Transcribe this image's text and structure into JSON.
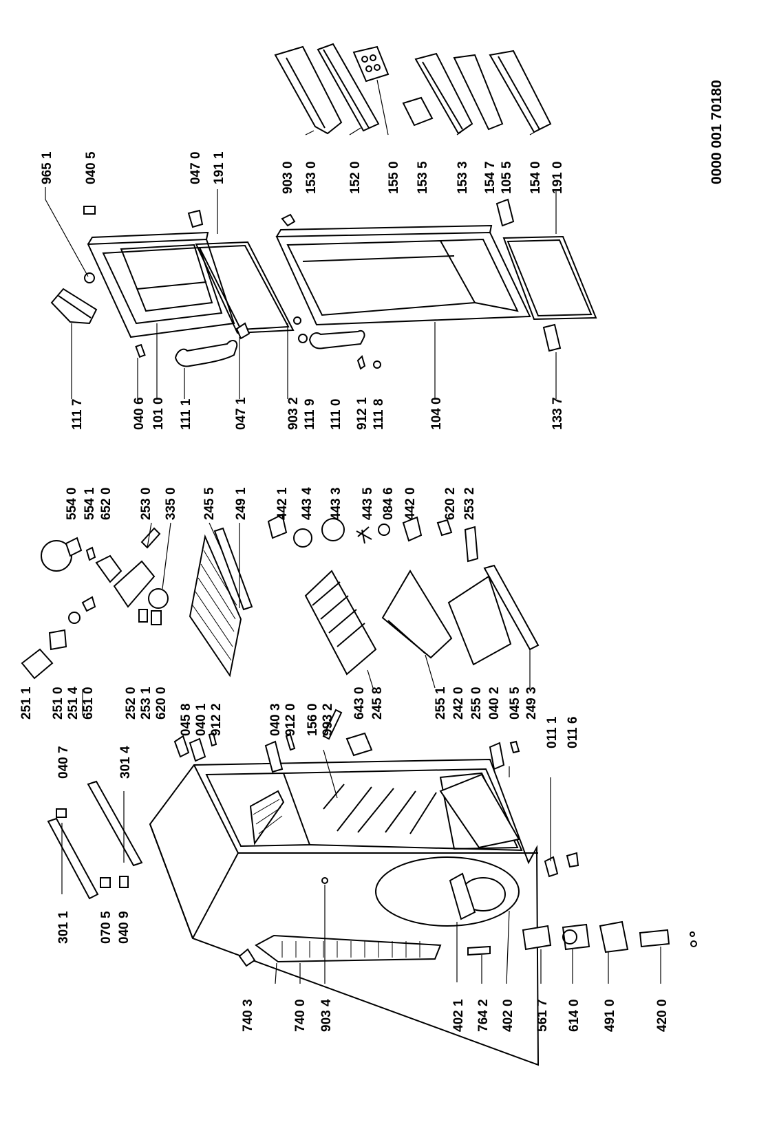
{
  "drawing_code": "0000 001 70180",
  "labels": {
    "l_1117": "111 7",
    "l_0406": "040 6",
    "l_1010": "101 0",
    "l_1111": "111 1",
    "l_0471": "047 1",
    "l_9651": "965 1",
    "l_0405": "040 5",
    "l_0470": "047 0",
    "l_1911": "191 1",
    "l_9032": "903 2",
    "l_1119": "111 9",
    "l_1110": "111 0",
    "l_9121": "912 1",
    "l_1118": "111 8",
    "l_1040": "104 0",
    "l_1337": "133 7",
    "l_9030": "903 0",
    "l_1530": "153 0",
    "l_1520": "152 0",
    "l_1550": "155 0",
    "l_1535": "153 5",
    "l_1533": "153 3",
    "l_1547": "154 7",
    "l_1055": "105 5",
    "l_1540": "154 0",
    "l_1910": "191 0",
    "l_5540": "554 0",
    "l_5541": "554 1",
    "l_6520": "652 0",
    "l_2530": "253 0",
    "l_3350": "335 0",
    "l_2455": "245 5",
    "l_2491": "249 1",
    "l_4421": "442 1",
    "l_4434": "443 4",
    "l_4433": "443 3",
    "l_4435": "443 5",
    "l_0846": "084 6",
    "l_4420": "442 0",
    "l_6202": "620 2",
    "l_2532": "253 2",
    "l_2511": "251 1",
    "l_2510": "251 0",
    "l_2514": "251 4",
    "l_6510": "651 0",
    "l_2520": "252 0",
    "l_2531": "253 1",
    "l_6200": "620 0",
    "l_0458": "045 8",
    "l_0401": "040 1",
    "l_9122": "912 2",
    "l_0403": "040 3",
    "l_9120": "912 0",
    "l_1560": "156 0",
    "l_9932": "993 2",
    "l_6430": "643 0",
    "l_2458": "245 8",
    "l_2551": "255 1",
    "l_2420": "242 0",
    "l_2550": "255 0",
    "l_0402": "040 2",
    "l_0455": "045 5",
    "l_2493": "249 3",
    "l_0111": "011 1",
    "l_0116": "011 6",
    "l_0407": "040 7",
    "l_3014": "301 4",
    "l_3011": "301 1",
    "l_0705": "070 5",
    "l_0409": "040 9",
    "l_7403": "740 3",
    "l_7400": "740 0",
    "l_9034": "903 4",
    "l_4021": "402 1",
    "l_7642": "764 2",
    "l_4020": "402 0",
    "l_5617": "561 7",
    "l_6140": "614 0",
    "l_4910": "491 0",
    "l_4200": "420 0"
  }
}
